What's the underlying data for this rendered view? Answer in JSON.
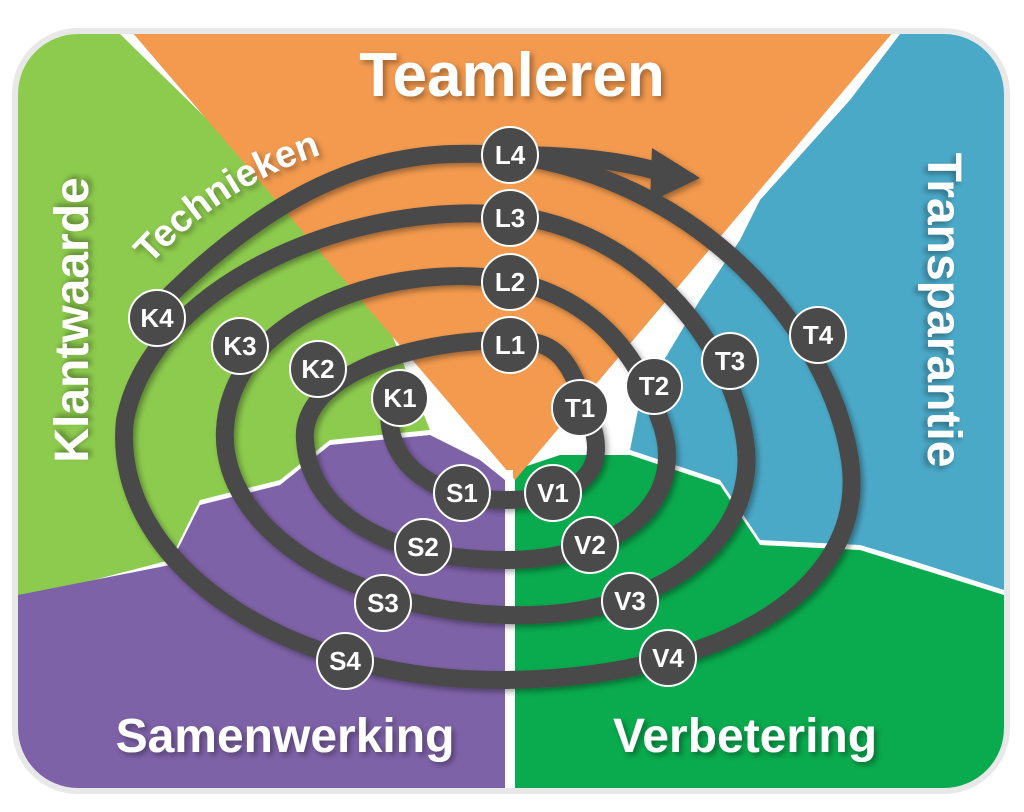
{
  "title": "Teamleren",
  "quadrants": {
    "top": {
      "label": "Teamleren",
      "color": "#F39A4E"
    },
    "left": {
      "label": "Klantwaarde",
      "color": "#8DCB4E"
    },
    "right": {
      "label": "Transparantie",
      "color": "#4BA9C8"
    },
    "bottom_left": {
      "label": "Samenwerking",
      "color": "#7E62A8"
    },
    "bottom_right": {
      "label": "Verbetering",
      "color": "#0AAA4E"
    }
  },
  "arc_label": "Technieken",
  "spiral_color": "#4A4A4A",
  "levels": [
    {
      "level": 1,
      "nodes": {
        "L": "L1",
        "K": "K1",
        "T": "T1",
        "S": "S1",
        "V": "V1"
      }
    },
    {
      "level": 2,
      "nodes": {
        "L": "L2",
        "K": "K2",
        "T": "T2",
        "S": "S2",
        "V": "V2"
      }
    },
    {
      "level": 3,
      "nodes": {
        "L": "L3",
        "K": "K3",
        "T": "T3",
        "S": "S3",
        "V": "V3"
      }
    },
    {
      "level": 4,
      "nodes": {
        "L": "L4",
        "K": "K4",
        "T": "T4",
        "S": "S4",
        "V": "V4"
      }
    }
  ]
}
